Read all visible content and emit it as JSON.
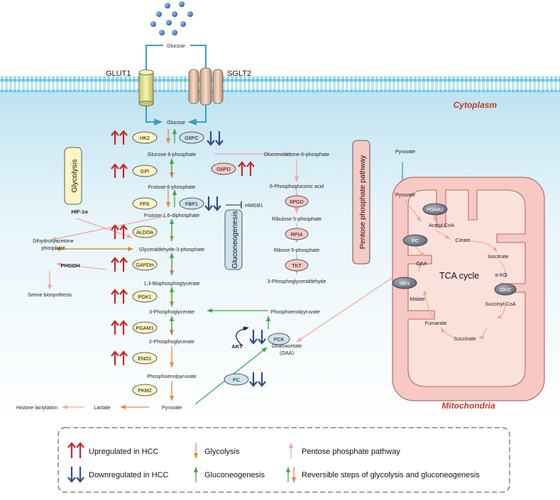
{
  "cell": {
    "cytoplasm_label": "Cytoplasm",
    "mitochondria_label": "Mitochondria"
  },
  "transporters": {
    "glut1": "GLUT1",
    "sglt2": "SGLT2",
    "glucose_out": "Glucose",
    "glucose_in": "Glucose"
  },
  "pathway_labels": {
    "glycolysis": "Glycolysis",
    "gluconeogenesis": "Gluconeogenesis",
    "ppp": "Pentose phosphate pathway",
    "tca": "TCA cycle"
  },
  "metabolites": {
    "g6p": "Glucose 6-phosphate",
    "f6p": "Frutose-6-phosphate",
    "f16bp": "Frutose-1,6-diphosphate",
    "dhap": "Dihydroxyacetone phosphate",
    "g3p": "Glyceraldehyde-3-phosphate",
    "bpg13": "1,3-Bisphosphoglycerate",
    "pg3": "3-Phosphoglycerate",
    "pg2": "2-Phosphoglycerate",
    "pep": "Phosphoenolpyruvate",
    "pyruvate": "Pyruvate",
    "lactate": "Lactate",
    "histone": "Histone lactylation",
    "serine": "Serine biosynthesis",
    "phgdh": "PHGDH",
    "hif": "HIF-1α",
    "hmgb1": "HMGB1",
    "akt": "AKT",
    "pep_gng": "Phosphoenolpyruvate",
    "oaa_line1": "Oxaloacetate",
    "oaa_line2": "(OAA)",
    "gl6p": "Gluconolactone-6-phosphate",
    "pga6": "6-Phosphogluconic acid",
    "ru5p": "Ribulose 5-phosphate",
    "r5p": "Ribose 5-phosphate",
    "g3p_ppp": "3-Phosphoglyceraldehyde",
    "mito_pyr_out": "Pyruvate",
    "mito_pyr_in": "Pyruvate",
    "acetyl": "Acetyl-CoA",
    "citrate": "Citrate",
    "isocitrate": "Isocitrate",
    "akg": "α-KG",
    "succoa": "Succinyl-CoA",
    "succinate": "Succinate",
    "fumarate": "Fumarate",
    "malate": "Malate",
    "oaa_mito": "OAA"
  },
  "enzymes": {
    "hk2": "HK2",
    "gpi": "GPI",
    "pfk": "PFK",
    "aldoa": "ALDOA",
    "gapdh": "GAPDH",
    "pgk1": "PGK1",
    "pgam1": "PGAM1",
    "eno1": "ENO1",
    "pkm2": "PKM2",
    "g6pc": "G6PC",
    "fbp1": "FBP1",
    "g6pd": "G6PD",
    "pgd6": "6PGD",
    "rpia": "RPIA",
    "tkt": "TKT",
    "pck": "PCK",
    "pc": "PC",
    "pdha1": "PDHA1",
    "pc_mito": "PC",
    "mes": "MEs",
    "idh2": "IDH2"
  },
  "legend": {
    "up": "Upregulated in HCC",
    "down": "Downregulated in HCC",
    "glycolysis": "Glycolysis",
    "gluconeogenesis": "Gluconeogenesis",
    "ppp": "Pentose phosphate pathway",
    "reversible": "Reversible steps of glycolysis and gluconeogenesis"
  },
  "colors": {
    "up": "#c62828",
    "down": "#2f4f87",
    "glycolysis": "#e08a3c",
    "gluconeogenesis": "#3faa4a",
    "ppp": "#f2a89a",
    "transport": "#3a9fc3",
    "enzyme_yellow": "#fbf6c2",
    "enzyme_pink": "#f6c9c4",
    "enzyme_blue": "#cde3ee",
    "enzyme_grey": "#6e7786"
  }
}
